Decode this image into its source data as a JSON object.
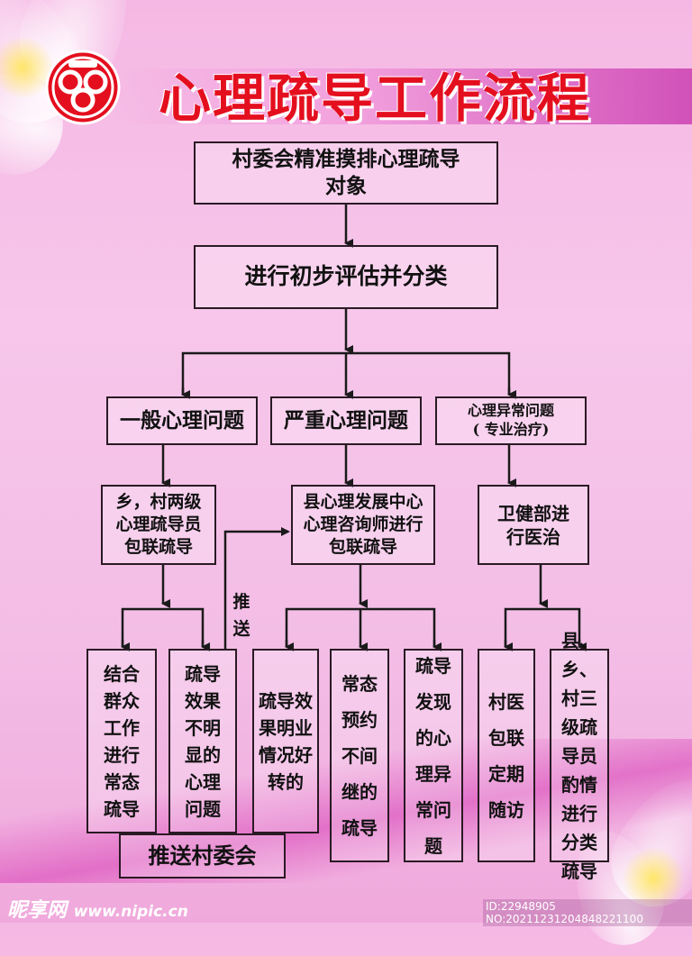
{
  "title": "心理疏导工作流程",
  "steps": {
    "step1": "村委会精准摸排心理疏导对象",
    "step2": "进行初步评估并分类"
  },
  "categories": {
    "general": "一般心理问题",
    "serious": "严重心理问题",
    "abnormal_line1": "心理异常问题",
    "abnormal_line2": "( 专业治疗)"
  },
  "handlers": {
    "general": "乡，村两级心理疏导员包联疏导",
    "serious": "县心理发展中心心理咨询师进行包联疏导",
    "abnormal": "卫健部进行医治"
  },
  "outcomes": {
    "o1": "结合群众工作进行常态疏导",
    "o2": "疏导效果不明显的心理问题",
    "o3": "疏导效果明业情况好转的",
    "o4": "常态预约不间继的疏导",
    "o5": "疏导发现的心理异常问题",
    "o6": "村医包联定期随访",
    "o7": "县、乡、村三级疏导员酌情进行分类疏导"
  },
  "push_label": "推送",
  "push_village": "推送村委会",
  "watermark": {
    "brand": "昵享网",
    "url": "www.nipic.cn",
    "id": "ID:22948905 NO:20211231204848221100"
  },
  "colors": {
    "title": "#e40f1e",
    "line": "#1a1a1a",
    "logo": "#e40f1e"
  }
}
